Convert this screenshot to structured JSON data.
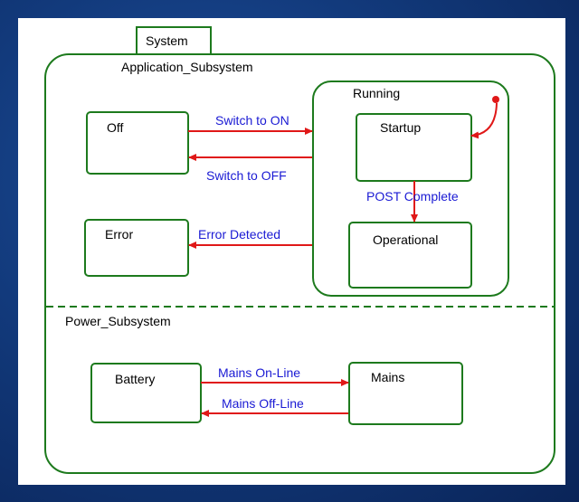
{
  "diagram": {
    "system_label": "System",
    "app_subsystem": {
      "label": "Application_Subsystem",
      "states": {
        "off": "Off",
        "error": "Error",
        "running": "Running",
        "startup": "Startup",
        "operational": "Operational"
      },
      "transitions": {
        "switch_on": "Switch to ON",
        "switch_off": "Switch to OFF",
        "error_detected": "Error Detected",
        "post_complete": "POST Complete"
      }
    },
    "power_subsystem": {
      "label": "Power_Subsystem",
      "states": {
        "battery": "Battery",
        "mains": "Mains"
      },
      "transitions": {
        "mains_online": "Mains On-Line",
        "mains_offline": "Mains Off-Line"
      }
    },
    "colors": {
      "background": "#123a7c",
      "border": "#1d7a1d",
      "arrow": "#e01818",
      "transition_text": "#1a1ad4"
    }
  }
}
